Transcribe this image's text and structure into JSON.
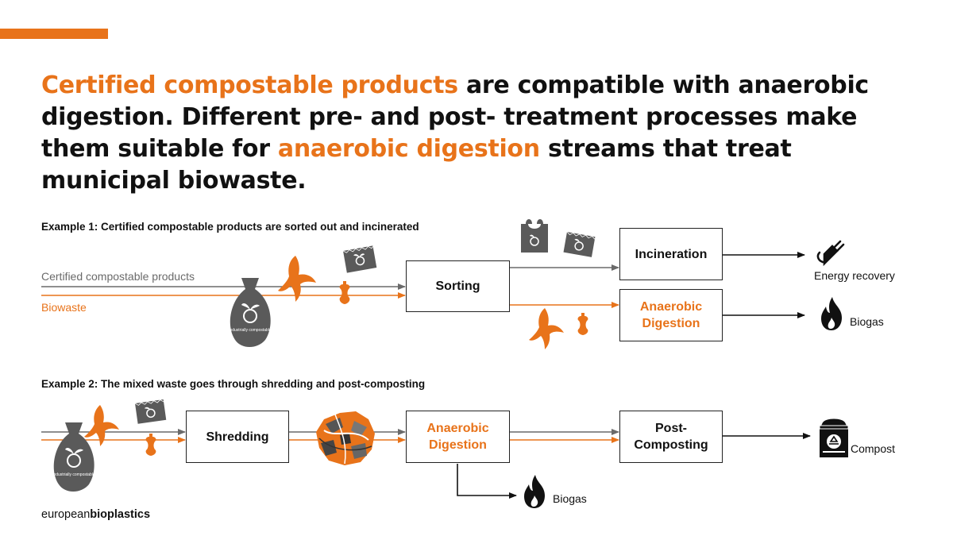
{
  "headline": {
    "part1": "Certified compostable products",
    "part2": " are compatible with anaerobic digestion. Different pre- and post- treatment processes make them suitable for ",
    "part3": "anaerobic digestion",
    "part4": " streams that treat municipal biowaste."
  },
  "example1": {
    "title": "Example 1: Certified compostable products are sorted out and incinerated",
    "stream_products": "Certified compostable products",
    "stream_biowaste": "Biowaste",
    "box_sorting": "Sorting",
    "box_incineration": "Incineration",
    "box_ad": "Anaerobic Digestion",
    "out_energy": "Energy recovery",
    "out_biogas": "Biogas"
  },
  "example2": {
    "title": "Example 2: The mixed waste goes through shredding and post-composting",
    "box_shredding": "Shredding",
    "box_ad": "Anaerobic Digestion",
    "box_post": "Post-Composting",
    "out_compost": "Compost",
    "out_biogas": "Biogas"
  },
  "bag_text": "industrially compostable",
  "footer": {
    "brand_light": "european",
    "brand_bold": "bioplastics"
  },
  "colors": {
    "accent": "#e8731a",
    "grey": "#5a5a5a",
    "line": "#222222"
  },
  "icons": [
    "compostable-bag-icon",
    "banana-peel-icon",
    "apple-core-icon",
    "compostable-packaging-icon",
    "shopping-bag-icon",
    "plug-icon",
    "flame-icon",
    "compost-bag-icon",
    "shredded-waste-icon"
  ]
}
